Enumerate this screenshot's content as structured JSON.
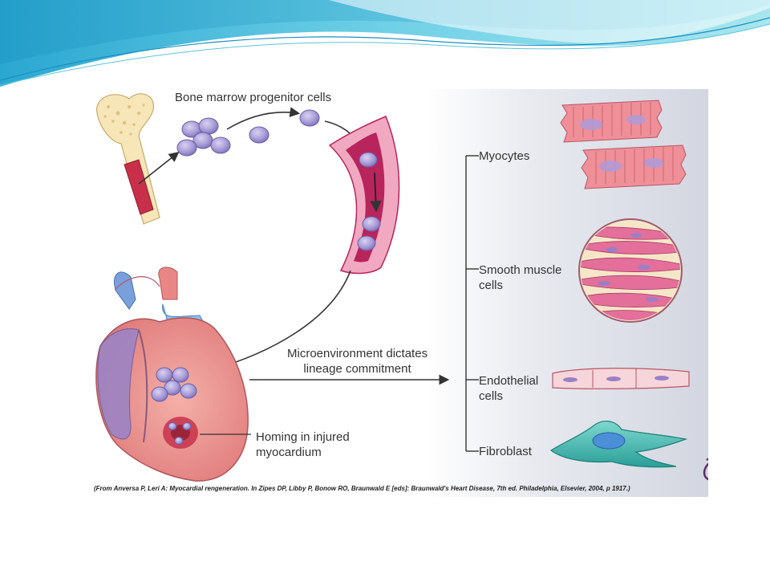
{
  "labels": {
    "bone_marrow": "Bone marrow progenitor cells",
    "myocytes": "Myocytes",
    "smooth_muscle": "Smooth muscle\ncells",
    "endothelial": "Endothelial\ncells",
    "fibroblast": "Fibroblast",
    "microenvironment": "Microenvironment dictates\nlineage commitment",
    "homing": "Homing in injured\nmyocardium"
  },
  "caption": "(From Anversa P, Leri A: Myocardial rengeneration. In Zipes DP, Libby P, Bonow RO, Braunwald E [eds]: Braunwald's Heart Disease, 7th ed. Philadelphia, Elsevier, 2004, p 1917.)",
  "colors": {
    "banner_teal": "#3fb4d6",
    "panel_bg": "#d5d8e2",
    "cell_fill": "#a59ad2",
    "heart_red": "#e88a88",
    "vessel": "#c03a6a",
    "muscle_pink": "#e98a92",
    "fibroblast_teal": "#3cb7ac"
  }
}
